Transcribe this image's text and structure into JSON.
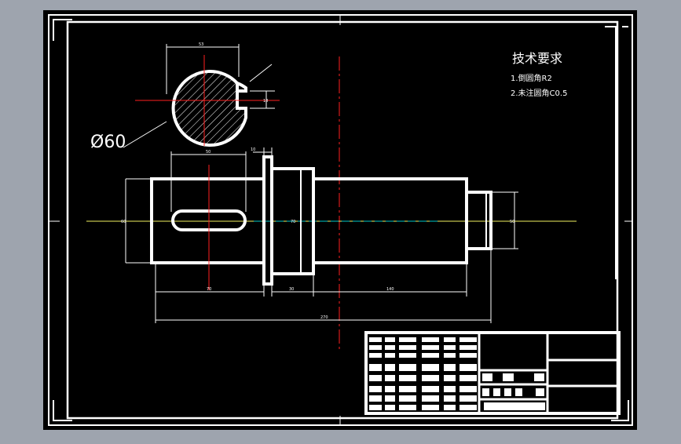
{
  "colors": {
    "window_bg": "#9ea4ae",
    "canvas_bg": "#000000",
    "line": "#ffffff",
    "center_line": "#ff2020",
    "axis_line": "#f0f060",
    "dim_line": "#00c8c8"
  },
  "tech_requirements": {
    "title": "技术要求",
    "item1": "1.倒圆角R2",
    "item2": "2.未注圆角C0.5"
  },
  "section": {
    "diameter_label": "Ø60",
    "keyway_width_dim": "53",
    "keyway_depth_dim": "18"
  },
  "shaft_dims": {
    "key_length": "50",
    "shoulder_width": "10",
    "left_segment": "70",
    "mid_segment": "30",
    "right_segment": "140",
    "total_length": "270",
    "left_diameter": "60",
    "mid_diameter": "70",
    "right_diameter": "50"
  },
  "title_block": {
    "cells": []
  }
}
